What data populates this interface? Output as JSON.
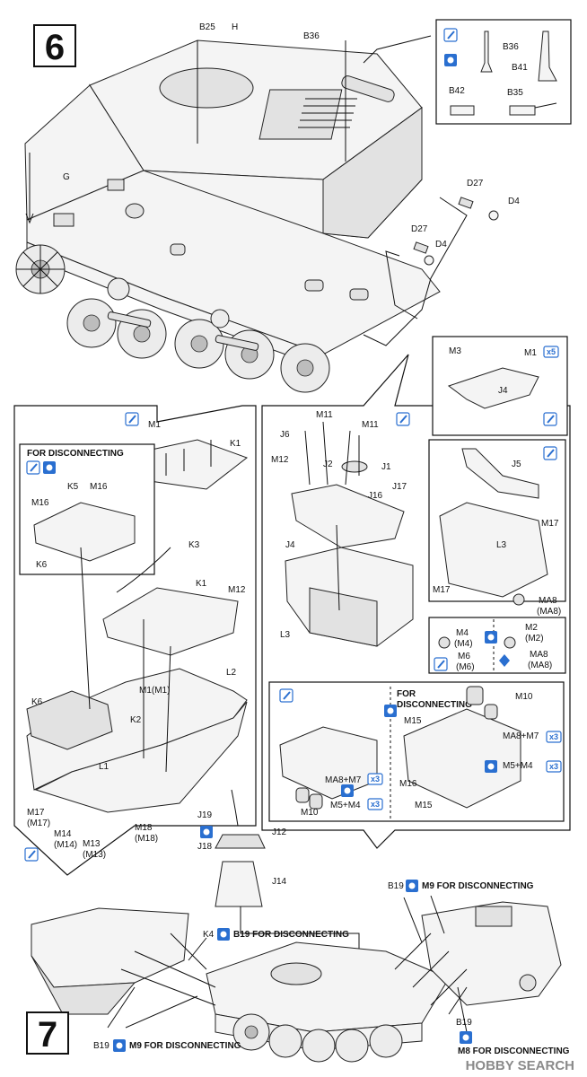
{
  "steps": {
    "six": "6",
    "seven": "7"
  },
  "step6_labels": {
    "b25": "B25",
    "h": "H",
    "b36": "B36",
    "g": "G",
    "d27_a": "D27",
    "d4_a": "D4",
    "d27_b": "D27",
    "d4_b": "D4"
  },
  "detail_top_right": {
    "b36": "B36",
    "b41": "B41",
    "b42": "B42",
    "b35": "B35"
  },
  "left_panel": {
    "for_disconnecting": "FOR DISCONNECTING",
    "m1": "M1",
    "k1_a": "K1",
    "k5": "K5",
    "m16_a": "M16",
    "m16_b": "M16",
    "k6_a": "K6",
    "k3": "K3",
    "k1_b": "K1",
    "m12": "M12",
    "l2": "L2",
    "m1m1": "M1(M1)",
    "k6_b": "K6",
    "k2": "K2",
    "l1": "L1",
    "m17": "M17",
    "m17p": "(M17)",
    "m14": "M14",
    "m14p": "(M14)",
    "m13": "M13",
    "m13p": "(M13)",
    "m18": "M18",
    "m18p": "(M18)"
  },
  "right_panel": {
    "m3": "M3",
    "m1x5": "M1",
    "x5": "x5",
    "j4_a": "J4",
    "m11_a": "M11",
    "m11_b": "M11",
    "j6": "J6",
    "m12": "M12",
    "j2": "J2",
    "j1": "J1",
    "j16": "J16",
    "j17": "J17",
    "j4_b": "J4",
    "j5": "J5",
    "m17_a": "M17",
    "l3_a": "L3",
    "m17_b": "M17",
    "l3_b": "L3",
    "ma8": "MA8",
    "ma8p": "(MA8)",
    "m4": "M4",
    "m4p": "(M4)",
    "m2": "M2",
    "m2p": "(M2)",
    "m6": "M6",
    "m6p": "(M6)",
    "ma8_b": "MA8",
    "ma8p_b": "(MA8)",
    "for_disconnecting_1": "FOR",
    "for_disconnecting_2": "DISCONNECTING",
    "m10_a": "M10",
    "m15_a": "M15",
    "ma8m7_a": "MA8+M7",
    "m5m4_a": "M5+M4",
    "m16": "M16",
    "m15_b": "M15",
    "m10_b": "M10",
    "ma8m7_b": "MA8+M7",
    "m5m4_b": "M5+M4",
    "x3": "x3"
  },
  "step7_labels": {
    "j19": "J19",
    "j12": "J12",
    "j18": "J18",
    "j14": "J14",
    "k4": "K4",
    "b19_k4": "B19 FOR DISCONNECTING",
    "b19_top": "B19",
    "m9_top": "M9 FOR DISCONNECTING",
    "b19_right": "B19",
    "m8_right": "M8 FOR DISCONNECTING",
    "b19_left": "B19",
    "m9_left": "M9 FOR DISCONNECTING"
  },
  "watermark": "HOBBY SEARCH",
  "colors": {
    "icon_blue": "#2a6fd0",
    "line": "#111111",
    "part_fill": "#f4f4f4"
  }
}
